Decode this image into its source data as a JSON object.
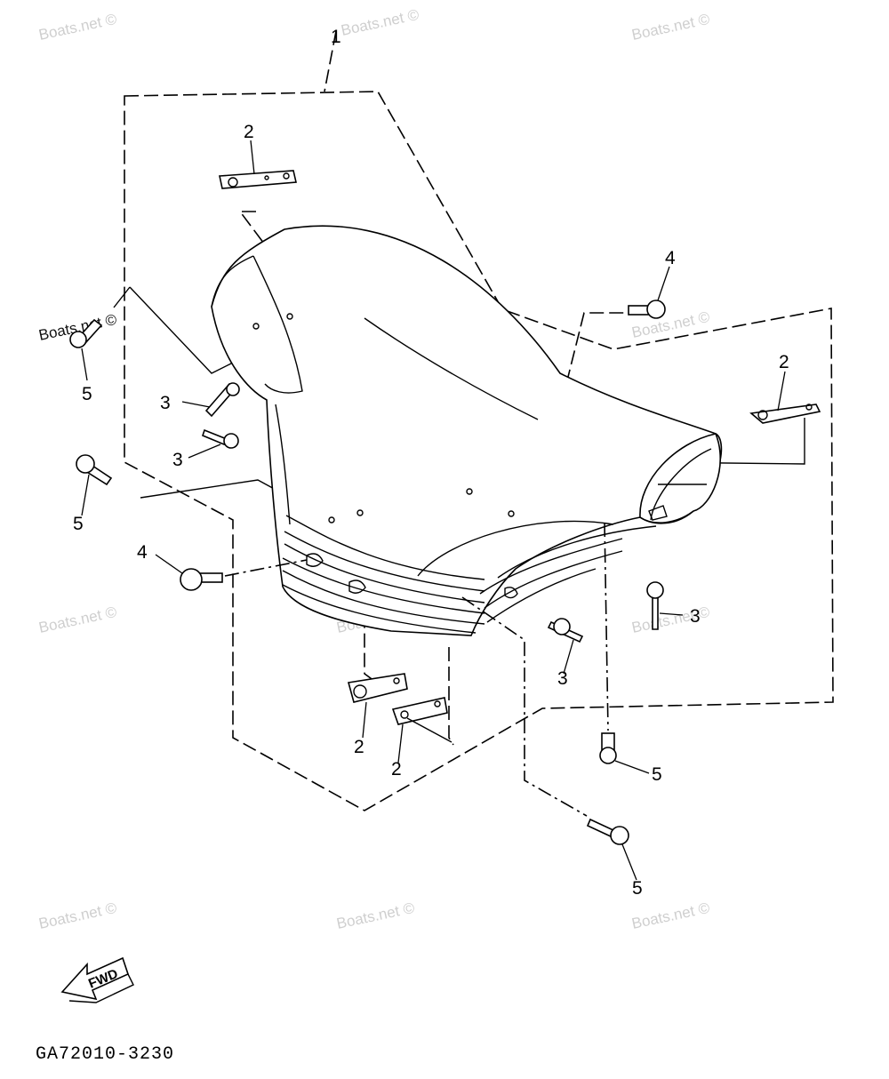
{
  "watermark": {
    "text": "Boats.net ©"
  },
  "diagram_code": "GA72010-3230",
  "fwd_label": "FWD",
  "callouts": {
    "c1": "1",
    "c2a": "2",
    "c2b": "2",
    "c2c": "2",
    "c2d": "2",
    "c3a": "3",
    "c3b": "3",
    "c3c": "3",
    "c3d": "3",
    "c4a": "4",
    "c4b": "4",
    "c5a": "5",
    "c5b": "5",
    "c5c": "5",
    "c5d": "5"
  }
}
